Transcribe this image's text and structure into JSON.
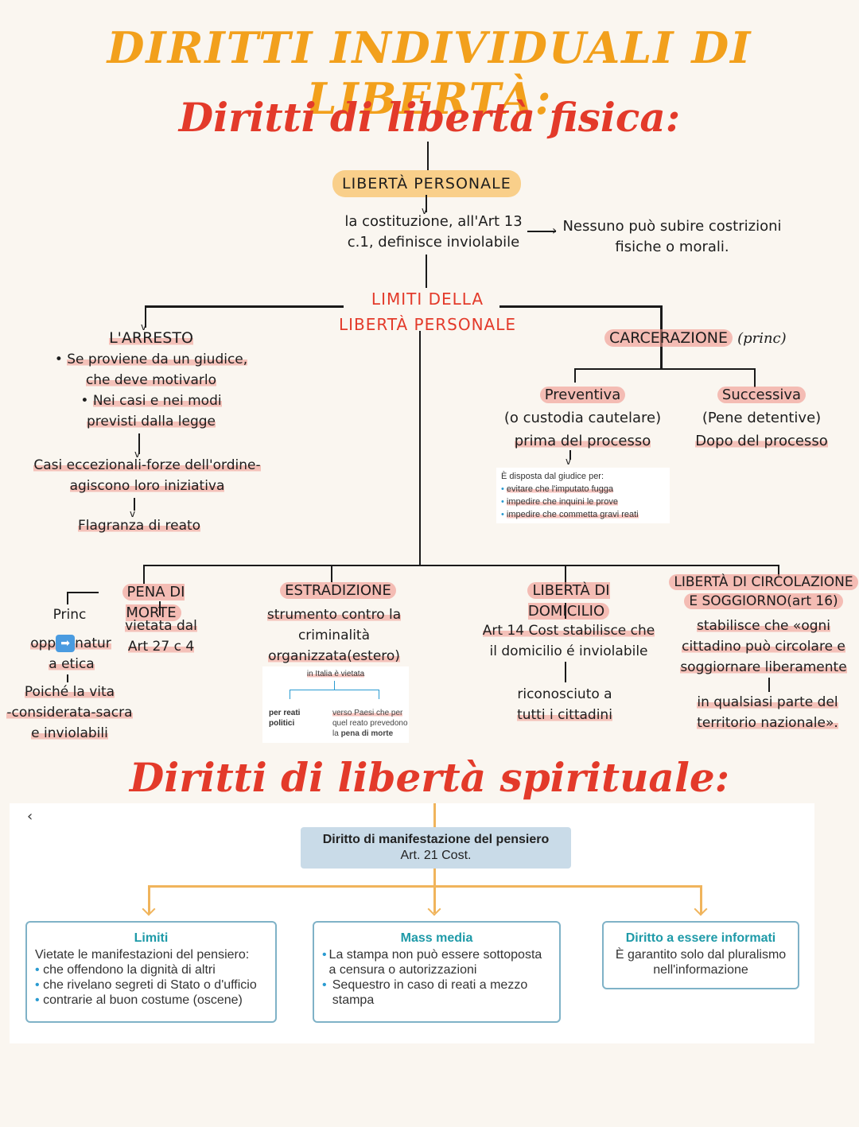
{
  "title": "DIRITTI INDIVIDUALI DI LIBERTÀ:",
  "section_physical": {
    "title": "Diritti di libertà fisica:",
    "root": "LIBERTÀ PERSONALE",
    "constitution": [
      "la costituzione, all'Art 13",
      "c.1, definisce inviolabile"
    ],
    "consequence": [
      "Nessuno può subire costrizioni",
      "fisiche o morali."
    ],
    "limits_title": [
      "LIMITI DELLA",
      "LIBERTÀ PERSONALE"
    ],
    "arresto": {
      "title": "L'ARRESTO",
      "bullets": [
        [
          "Se proviene da un giudice,",
          "che deve motivarlo"
        ],
        [
          "Nei casi e nei modi",
          "previsti dalla legge"
        ]
      ],
      "exceptional": [
        "Casi eccezionali-forze dell'ordine-",
        "agiscono loro iniziativa"
      ],
      "flagrante": "Flagranza di reato"
    },
    "carcerazione": {
      "title": "CARCERAZIONE",
      "note": "(princ)",
      "preventiva": {
        "title": "Preventiva",
        "lines": [
          "(o custodia cautelare)",
          "prima del processo"
        ],
        "book_intro": "È disposta dal giudice per:",
        "book_items": [
          "evitare che l'imputato fugga",
          "impedire che inquini le prove",
          "impedire che commetta gravi reati"
        ]
      },
      "successiva": {
        "title": "Successiva",
        "lines": [
          "(Pene detentive)",
          "Dopo del processo"
        ]
      }
    },
    "pena_morte": {
      "title": "PENA DI MORTE",
      "princ": "Princ",
      "opp_left": "opp",
      "arrow_icon": "➡",
      "opp_right": "natur",
      "etica": "a etica",
      "reason": [
        "Poiché la vita",
        "-considerata-sacra",
        "e inviolabili"
      ],
      "vietata": [
        "vietata dal",
        "Art 27 c 4"
      ]
    },
    "estradizione": {
      "title": "ESTRADIZIONE",
      "lines": [
        "strumento contro la",
        "criminalità",
        "organizzata(estero)"
      ],
      "book_head": "in Italia è vietata",
      "book_left": [
        "per reati",
        "politici"
      ],
      "book_right": [
        "verso Paesi che per",
        "quel reato prevedono",
        "la",
        "pena di morte"
      ]
    },
    "domicilio": {
      "title": "LIBERTÀ DI DOMICILIO",
      "lines": [
        "Art 14 Cost stabilisce che",
        "il domicilio é inviolabile"
      ],
      "recognized": [
        "riconosciuto a",
        "tutti i cittadini"
      ]
    },
    "circolazione": {
      "title": [
        "LIBERTÀ DI CIRCOLAZIONE",
        "E SOGGIORNO(art 16)"
      ],
      "lines": [
        "stabilisce che «ogni",
        "cittadino può circolare e",
        "soggiornare liberamente"
      ],
      "cont": [
        "in qualsiasi parte del",
        "territorio nazionale»."
      ]
    }
  },
  "section_spiritual": {
    "title": "Diritti di libertà spirituale:",
    "back_icon": "‹",
    "root": {
      "title": "Diritto di manifestazione del pensiero",
      "sub": "Art. 21 Cost."
    },
    "boxes": [
      {
        "title": "Limiti",
        "intro": "Vietate le manifestazioni del pensiero:",
        "items": [
          "che offendono la dignità di altri",
          "che rivelano segreti di Stato o d'ufficio",
          "contrarie al buon costume (oscene)"
        ]
      },
      {
        "title": "Mass media",
        "items": [
          "La stampa non può essere sottoposta a censura o autorizzazioni",
          "Sequestro in caso di reati a mezzo stampa"
        ]
      },
      {
        "title": "Diritto a essere informati",
        "text": "È garantito solo dal pluralismo nell'informazione"
      }
    ]
  },
  "colors": {
    "title_orange": "#f2a01c",
    "section_red": "#e33a2a",
    "highlight_pink": "#f0968c",
    "pill_yellow": "#f9cf8a",
    "box_teal": "#1e9aa8",
    "connector_orange": "#f0b45c",
    "root_blue": "#c9dbe8"
  }
}
